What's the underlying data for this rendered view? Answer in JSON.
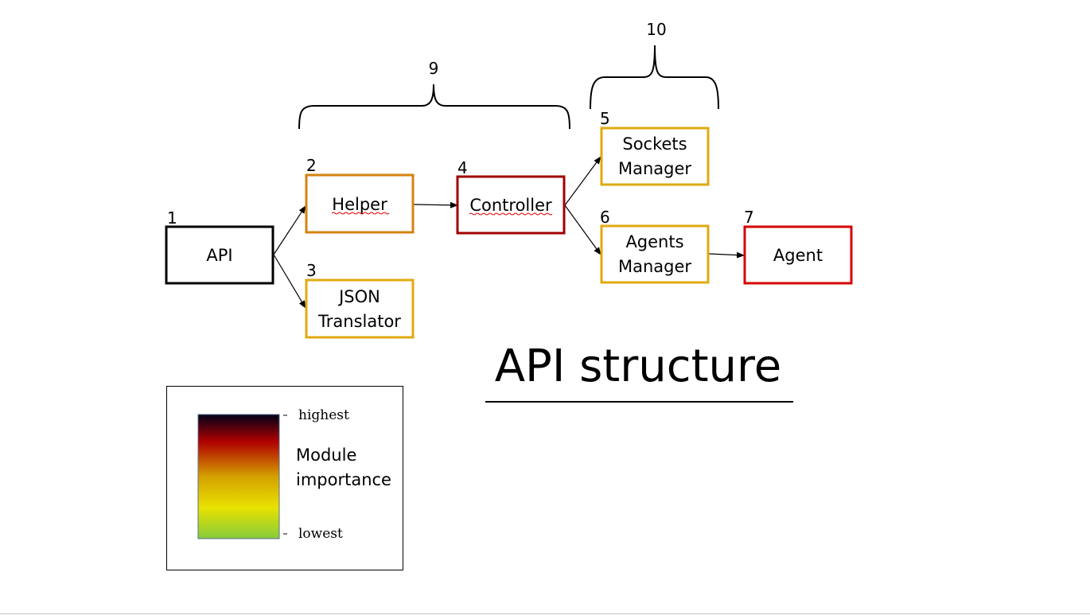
{
  "title": "API structure",
  "colors": {
    "black": "#000000",
    "orange": "#d4830f",
    "dark_red": "#a00000",
    "gold": "#e0aa10",
    "red": "#d40000",
    "spell_underline": "#e00000"
  },
  "modules": {
    "api": {
      "number": "1",
      "lines": [
        "API"
      ],
      "importance": "none"
    },
    "helper": {
      "number": "2",
      "lines": [
        "Helper"
      ],
      "importance": "orange"
    },
    "json": {
      "number": "3",
      "lines": [
        "JSON",
        "Translator"
      ],
      "importance": "gold"
    },
    "controller": {
      "number": "4",
      "lines": [
        "Controller"
      ],
      "importance": "dark_red"
    },
    "sockets": {
      "number": "5",
      "lines": [
        "Sockets",
        "Manager"
      ],
      "importance": "gold"
    },
    "agents_mgr": {
      "number": "6",
      "lines": [
        "Agents",
        "Manager"
      ],
      "importance": "gold"
    },
    "agent": {
      "number": "7",
      "lines": [
        "Agent"
      ],
      "importance": "red"
    }
  },
  "groups": {
    "group9": {
      "number": "9"
    },
    "group10": {
      "number": "10"
    }
  },
  "legend": {
    "highest": "highest",
    "lowest": "lowest",
    "label_lines": [
      "Module",
      "importance"
    ],
    "gradient_stops": [
      {
        "offset": "0%",
        "color": "#000018"
      },
      {
        "offset": "22%",
        "color": "#b00000"
      },
      {
        "offset": "50%",
        "color": "#d4a000"
      },
      {
        "offset": "75%",
        "color": "#e8e200"
      },
      {
        "offset": "100%",
        "color": "#86cc3c"
      }
    ]
  }
}
